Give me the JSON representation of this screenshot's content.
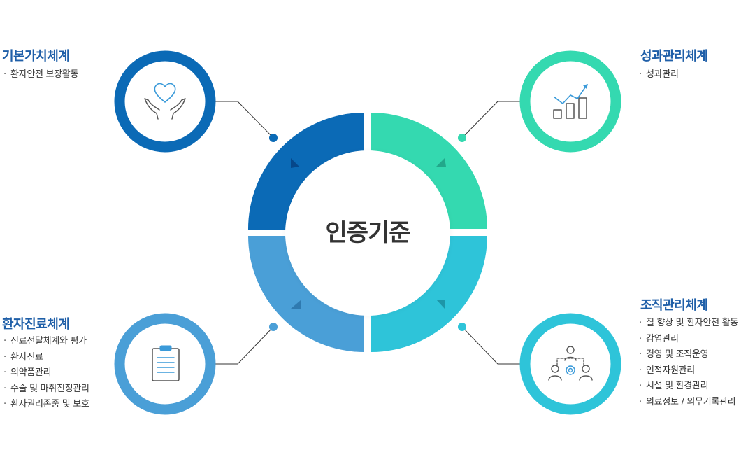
{
  "center": {
    "title": "인증기준"
  },
  "colors": {
    "top_left": "#0b6ab6",
    "top_right": "#34d9b0",
    "bottom_left": "#4a9fd7",
    "bottom_right": "#2ec4d9",
    "title_text": "#1f5fa8"
  },
  "sections": {
    "top_left": {
      "title": "기본가치체계",
      "icon": "heart-hands-icon",
      "items": [
        "환자안전 보장활동"
      ]
    },
    "top_right": {
      "title": "성과관리체계",
      "icon": "growth-chart-icon",
      "items": [
        "성과관리"
      ]
    },
    "bottom_left": {
      "title": "환자진료체계",
      "icon": "clipboard-icon",
      "items": [
        "진료전달체계와 평가",
        "환자진료",
        "의약품관리",
        "수술 및 마취진정관리",
        "환자권리존중 및 보호"
      ]
    },
    "bottom_right": {
      "title": "조직관리체계",
      "icon": "organization-icon",
      "items": [
        "질 향상 및 환자안전 활동",
        "감염관리",
        "경영 및 조직운영",
        "인적자원관리",
        "시설 및 환경관리",
        "의료정보 / 의무기록관리"
      ]
    }
  }
}
